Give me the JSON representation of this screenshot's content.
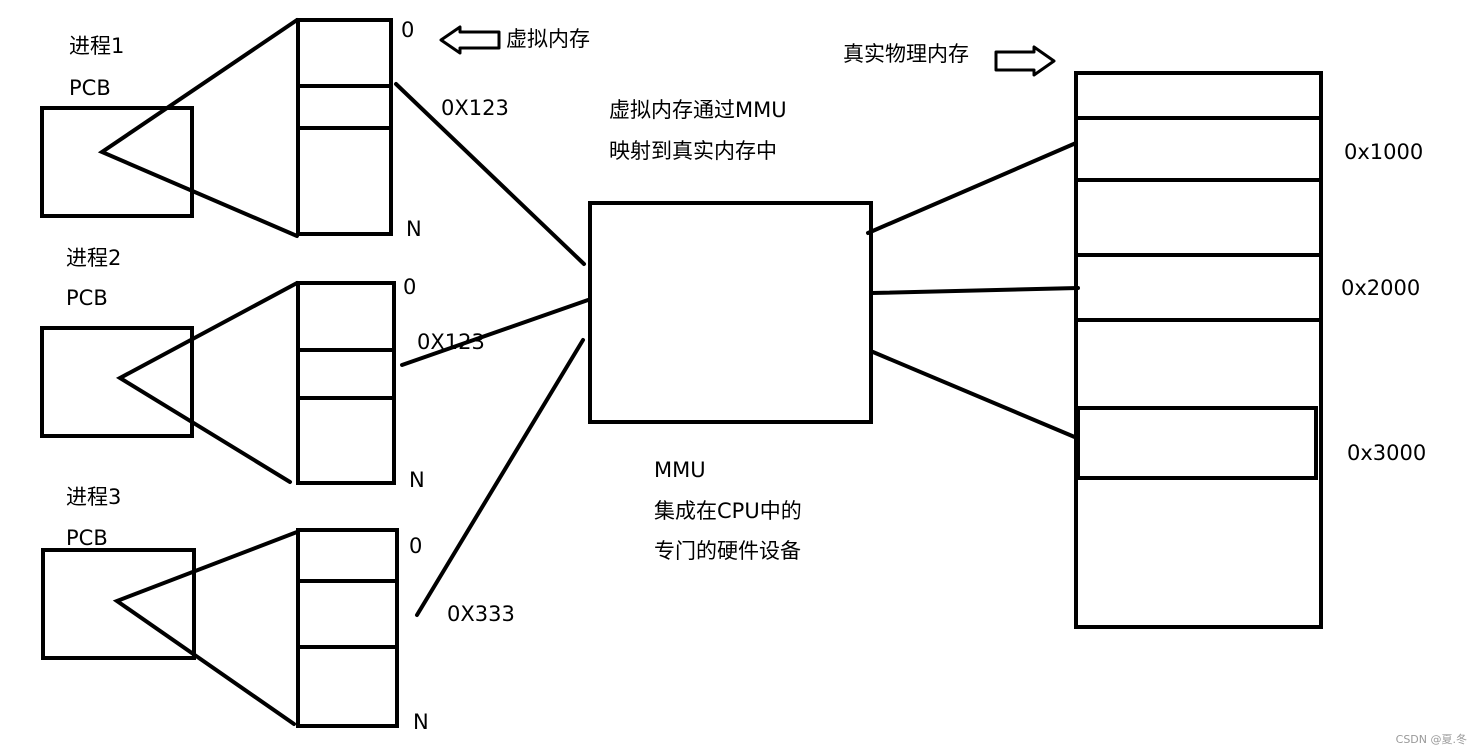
{
  "processes": [
    {
      "name": "进程1",
      "pcb": "PCB",
      "top": "0",
      "bottom": "N",
      "address": "0X123"
    },
    {
      "name": "进程2",
      "pcb": "PCB",
      "top": "0",
      "bottom": "N",
      "address": "0X123"
    },
    {
      "name": "进程3",
      "pcb": "PCB",
      "top": "0",
      "bottom": "N",
      "address": "0X333"
    }
  ],
  "virtual_memory_label": "虚拟内存",
  "physical_memory_label": "真实物理内存",
  "mmu_caption": [
    "虚拟内存通过MMU",
    "映射到真实内存中"
  ],
  "mmu_description": [
    "MMU",
    "集成在CPU中的",
    "专门的硬件设备"
  ],
  "physical_addresses": [
    "0x1000",
    "0x2000",
    "0x3000"
  ],
  "watermark": "CSDN @夏.冬"
}
